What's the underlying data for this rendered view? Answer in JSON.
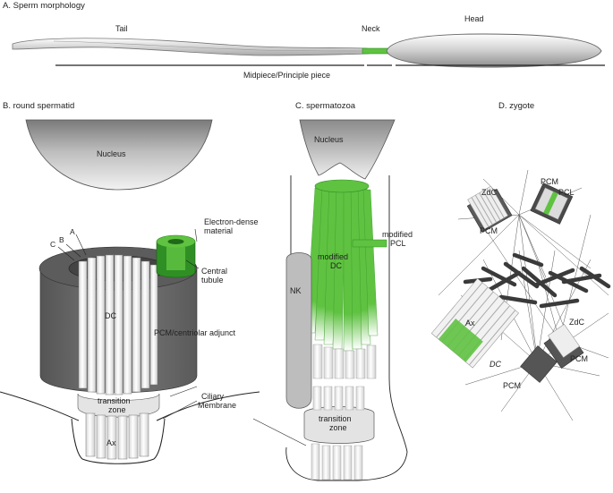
{
  "figure": {
    "panel_a": {
      "title": "A. Sperm morphology",
      "labels": {
        "tail": "Tail",
        "neck": "Neck",
        "head": "Head",
        "region": "Midpiece/Principle piece"
      }
    },
    "panel_b": {
      "title": "B. round spermatid",
      "labels": {
        "nucleus": "Nucleus",
        "tubule_c": "C",
        "tubule_b": "B",
        "tubule_a": "A",
        "electron_dense_1": "Electron-dense",
        "electron_dense_2": "material",
        "central_1": "Central",
        "central_2": "tubule",
        "dc": "DC",
        "pcm": "PCM/centriolar adjunct",
        "ciliary_1": "Ciliary",
        "ciliary_2": "Membrane",
        "tz_1": "transition",
        "tz_2": "zone",
        "ax": "Ax"
      }
    },
    "panel_c": {
      "title": "C. spermatozoa",
      "labels": {
        "nucleus": "Nucleus",
        "mdc_1": "modified",
        "mdc_2": "DC",
        "mpcl_1": "modified",
        "mpcl_2": "PCL",
        "nk": "NK",
        "tz_1": "transition",
        "tz_2": "zone"
      }
    },
    "panel_d": {
      "title": "D. zygote",
      "labels": {
        "zdc_top": "ZdC",
        "pcm_top": "PCM",
        "pcl": "PCL",
        "pcm_left": "PCM",
        "ax": "Ax",
        "zdc_right": "ZdC",
        "pcm_right": "PCM",
        "dc": "DC",
        "pcm_bottom": "PCM"
      }
    },
    "colors": {
      "green": "#5fc241",
      "green_dark": "#2f8f24",
      "pcm_gray": "#6e6e6e",
      "pcm_dark": "#4f4f4f",
      "microtubule": "#f4f4f4",
      "nucleus_gray": "#b5b5b5"
    }
  }
}
